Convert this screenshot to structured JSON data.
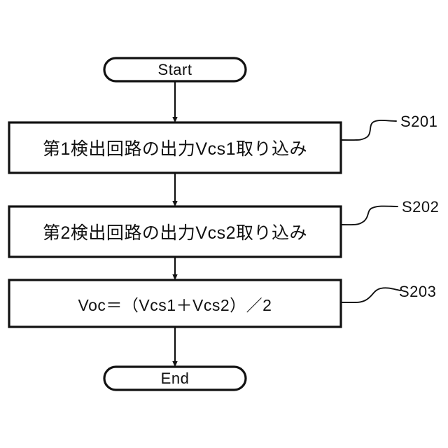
{
  "diagram": {
    "type": "flowchart",
    "title": "",
    "background_color": "#ffffff",
    "line_color": "#111111",
    "text_color": "#111111",
    "nodes": [
      {
        "id": "start",
        "shape": "terminator",
        "label": "Start"
      },
      {
        "id": "s201",
        "shape": "process",
        "label": "第1検出回路の出力Vcs1取り込み",
        "step_tag": "S201"
      },
      {
        "id": "s202",
        "shape": "process",
        "label": "第2検出回路の出力Vcs2取り込み",
        "step_tag": "S202"
      },
      {
        "id": "s203",
        "shape": "process",
        "label": "Voc＝（Vcs1＋Vcs2）／2",
        "step_tag": "S203"
      },
      {
        "id": "end",
        "shape": "terminator",
        "label": "End"
      }
    ],
    "edges": [
      {
        "from": "start",
        "to": "s201",
        "arrow": "down-arrow"
      },
      {
        "from": "s201",
        "to": "s202",
        "arrow": "down-arrow"
      },
      {
        "from": "s202",
        "to": "s203",
        "arrow": "down-arrow"
      },
      {
        "from": "s203",
        "to": "end",
        "arrow": "down-arrow"
      }
    ],
    "leaders": [
      {
        "tag": "S201",
        "from_node": "s201"
      },
      {
        "tag": "S202",
        "from_node": "s202"
      },
      {
        "tag": "S203",
        "from_node": "s203"
      }
    ]
  }
}
